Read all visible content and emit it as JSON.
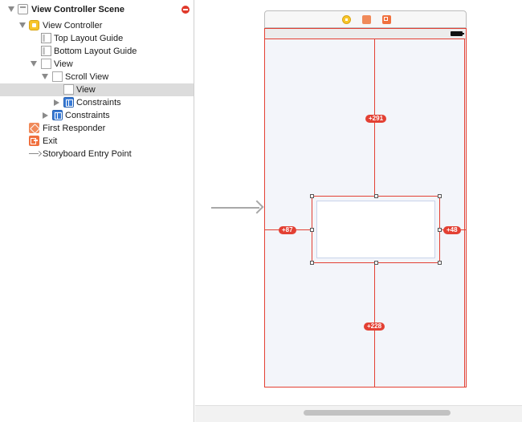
{
  "outline": {
    "scene_title": "View Controller Scene",
    "items": [
      {
        "label": "View Controller"
      },
      {
        "label": "Top Layout Guide"
      },
      {
        "label": "Bottom Layout Guide"
      },
      {
        "label": "View"
      },
      {
        "label": "Scroll View"
      },
      {
        "label": "View"
      },
      {
        "label": "Constraints"
      },
      {
        "label": "Constraints"
      },
      {
        "label": "First Responder"
      },
      {
        "label": "Exit"
      },
      {
        "label": "Storyboard Entry Point"
      }
    ]
  },
  "canvas": {
    "constraints": {
      "top": "+291",
      "leading": "+87",
      "trailing": "+48",
      "bottom": "+228"
    }
  },
  "colors": {
    "constraint": "#e34033",
    "selection": "#dcdcdc",
    "view_controller_icon": "#f7c52b",
    "constraints_icon": "#3a7bd5"
  }
}
